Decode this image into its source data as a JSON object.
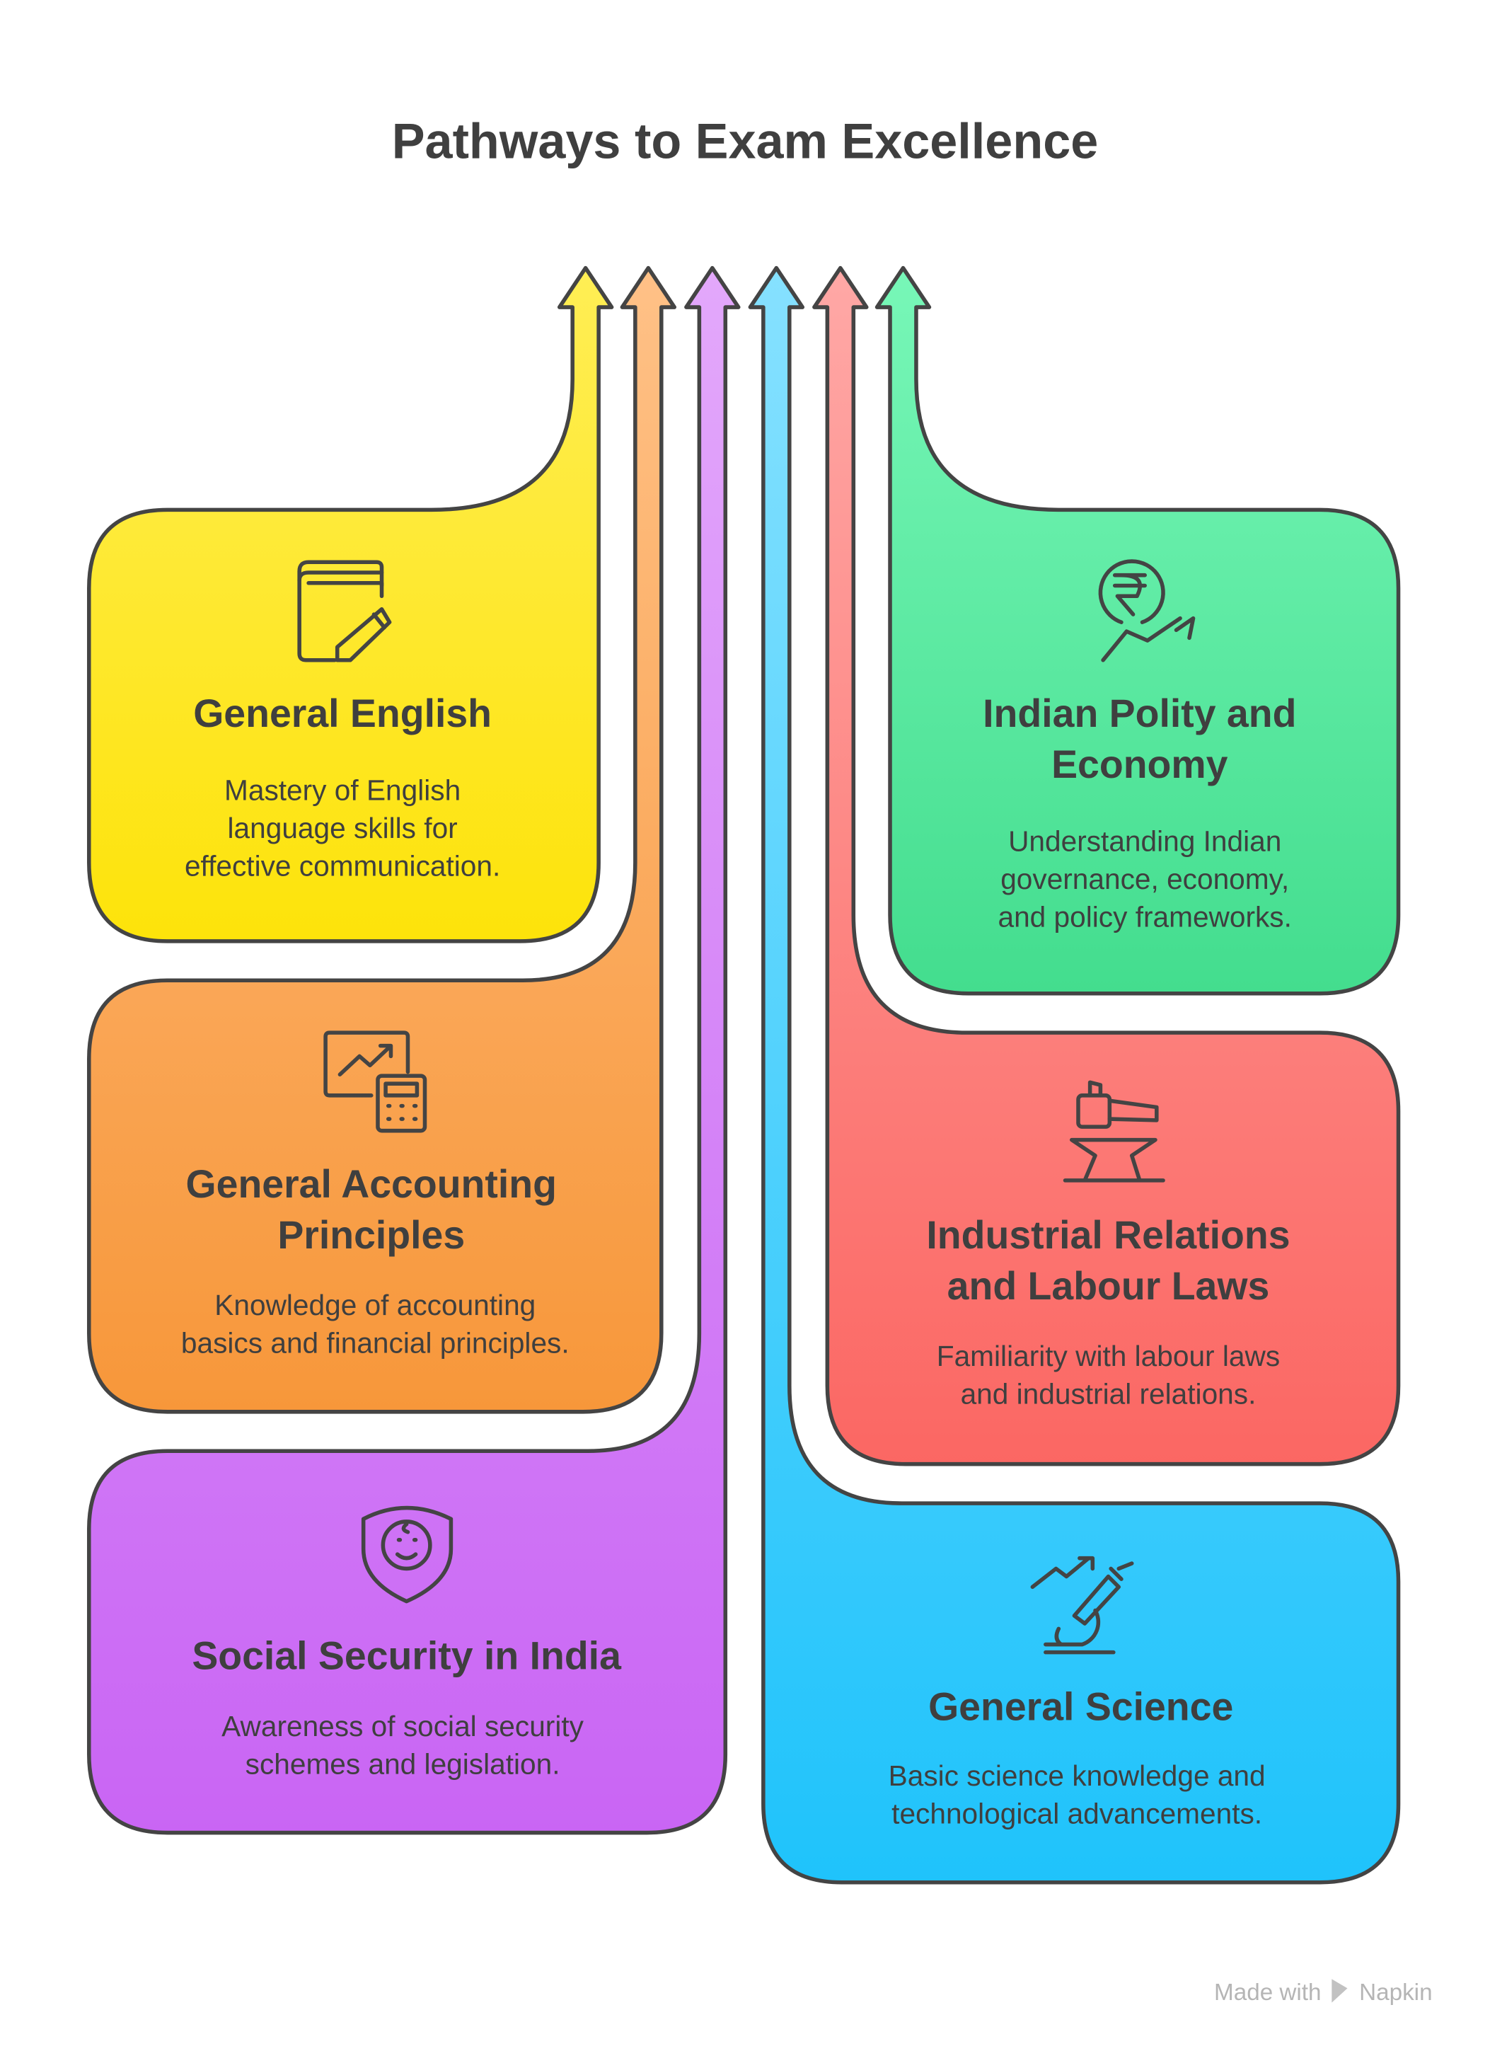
{
  "title": "Pathways to Exam Excellence",
  "cards": [
    {
      "title_lines": [
        "General English"
      ],
      "desc_lines": [
        "Mastery of English",
        "language skills for",
        "effective communication."
      ],
      "icon": "book-pencil-icon",
      "color_top": "#ffee55",
      "color_bottom": "#fde30a"
    },
    {
      "title_lines": [
        "General Accounting",
        "Principles"
      ],
      "desc_lines": [
        "Knowledge of accounting",
        "basics and financial principles."
      ],
      "icon": "chart-calculator-icon",
      "color_top": "#ffc187",
      "color_bottom": "#f7973a"
    },
    {
      "title_lines": [
        "Social Security in India"
      ],
      "desc_lines": [
        "Awareness of social security",
        "schemes and legislation."
      ],
      "icon": "shield-child-icon",
      "color_top": "#e3a8fb",
      "color_bottom": "#c965f4"
    },
    {
      "title_lines": [
        "Indian Polity and",
        "Economy"
      ],
      "desc_lines": [
        "Understanding Indian",
        "governance, economy,",
        "and policy frameworks."
      ],
      "icon": "rupee-growth-icon",
      "color_top": "#78f7b8",
      "color_bottom": "#43dd8e"
    },
    {
      "title_lines": [
        "Industrial Relations",
        "and Labour Laws"
      ],
      "desc_lines": [
        "Familiarity with labour laws",
        "and industrial relations."
      ],
      "icon": "hammer-anvil-icon",
      "color_top": "#ffa8a6",
      "color_bottom": "#fb6763"
    },
    {
      "title_lines": [
        "General Science"
      ],
      "desc_lines": [
        "Basic science knowledge and",
        "technological advancements."
      ],
      "icon": "microscope-growth-icon",
      "color_top": "#86e1ff",
      "color_bottom": "#1fc3fb"
    }
  ],
  "watermark": {
    "prefix": "Made with",
    "brand": "Napkin"
  }
}
